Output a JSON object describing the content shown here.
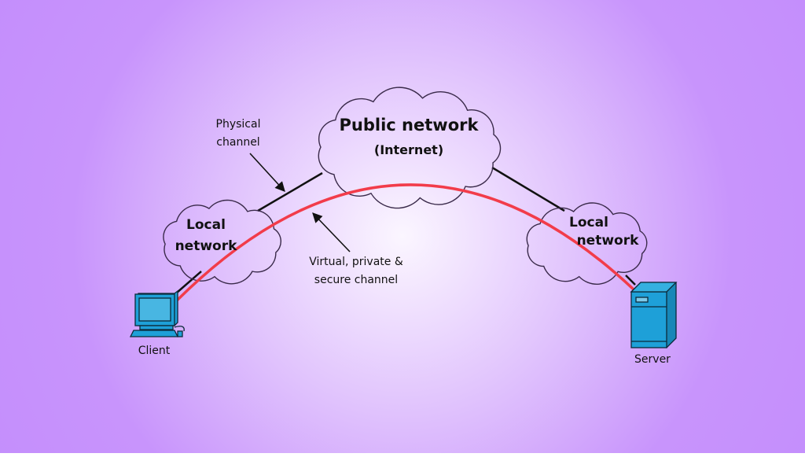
{
  "public_cloud": {
    "title": "Public network",
    "subtitle": "(Internet)"
  },
  "local_left": {
    "line1": "Local",
    "line2": "network"
  },
  "local_right": {
    "line1": "Local",
    "line2": "network"
  },
  "physical_label": {
    "line1": "Physical",
    "line2": "channel"
  },
  "virtual_label": {
    "line1": "Virtual, private &",
    "line2": "secure channel"
  },
  "client_label": "Client",
  "server_label": "Server",
  "colors": {
    "background_edge": "#c48efc",
    "background_center": "#fbf6ff",
    "tunnel": "#f23c4a",
    "device": "#1ea0d8"
  }
}
